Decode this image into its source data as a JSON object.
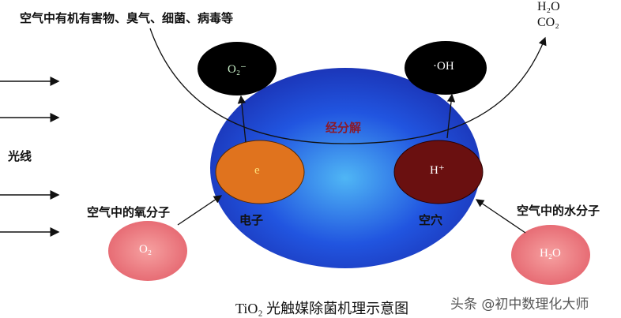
{
  "top_label": "空气中有机有害物、臭气、细菌、病毒等",
  "products": {
    "h2o": "H₂O",
    "co2": "CO₂"
  },
  "light_label": "光线",
  "decompose_label": "经分解",
  "superoxide": "O₂⁻",
  "hydroxyl": "·OH",
  "electron": "e",
  "hole_ion": "H⁺",
  "electron_label": "电子",
  "hole_label": "空穴",
  "oxygen_label": "空气中的氧分子",
  "water_label": "空气中的水分子",
  "oxygen_molecule": "O₂",
  "water_molecule": "H₂O",
  "caption": "TiO₂ 光触媒除菌机理示意图",
  "watermark": "头条 @初中数理化大师",
  "colors": {
    "tio2": "#1a3fd0",
    "electron": "#e0731e",
    "hole": "#6a1010",
    "molecule": "#ec7a80",
    "radical": "#000000"
  }
}
